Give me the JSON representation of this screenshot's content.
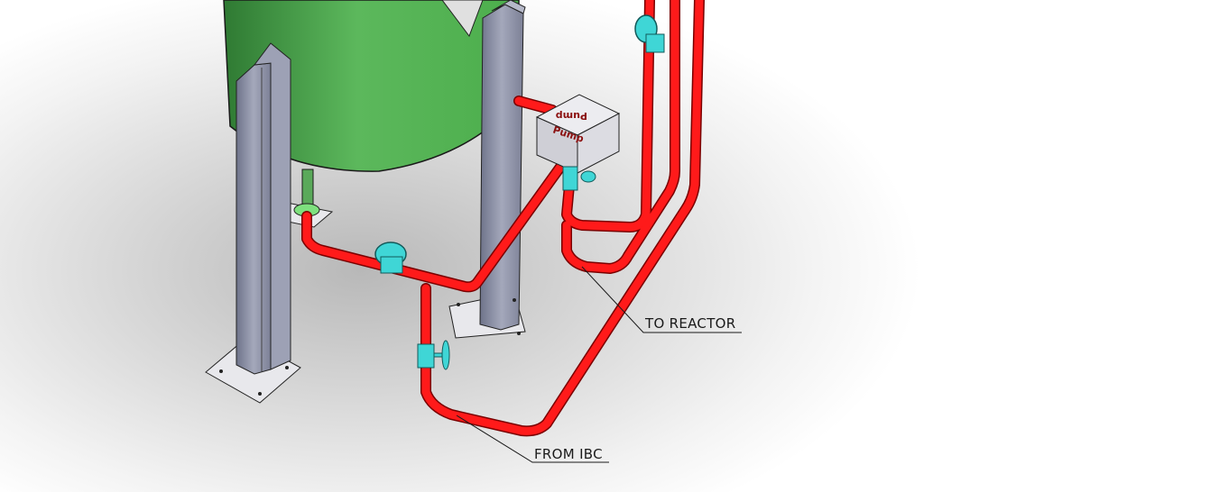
{
  "diagram": {
    "pump_label_line1": "Pump",
    "pump_label_line2": "Pump",
    "callouts": {
      "to_reactor": "TO REACTOR",
      "from_ibc": "FROM IBC"
    },
    "colors": {
      "tank": "#4caf50",
      "pipe": "#ff1a1a",
      "valve": "#3fd6d6",
      "steel": "#8a8fa6",
      "plate": "#e8e8ec",
      "pump_box": "#d9d9de"
    }
  }
}
